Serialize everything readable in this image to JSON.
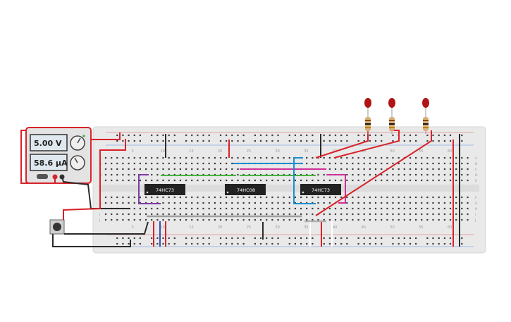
{
  "power_supply": {
    "voltage": "5.00 V",
    "current": "58.6 µA"
  },
  "chips": [
    {
      "label": "74HC73"
    },
    {
      "label": "74HC08"
    },
    {
      "label": "74HC73"
    }
  ],
  "breadboard": {
    "column_numbers": [
      "5",
      "10",
      "15",
      "20",
      "25",
      "30",
      "35",
      "40",
      "45",
      "50",
      "55",
      "60"
    ],
    "row_letters_top": [
      "A",
      "B",
      "C",
      "D",
      "E"
    ],
    "row_letters_bottom": [
      "F",
      "G",
      "H",
      "I",
      "J"
    ]
  },
  "colors": {
    "board": "#e9e9e9",
    "hole": "#3d3d3d",
    "red_wire": "#d8222a",
    "black_wire": "#2b2b2b",
    "blue_wire": "#1b8fd0",
    "green_wire": "#47b43d",
    "magenta_wire": "#d02f9a",
    "purple_wire": "#7c3aa8",
    "psu_frame": "#d8222a",
    "chip": "#222222",
    "led": "#b01414"
  },
  "icons": [
    "voltage-knob-icon",
    "current-knob-icon",
    "pushbutton-icon",
    "led-icon",
    "resistor-icon"
  ]
}
